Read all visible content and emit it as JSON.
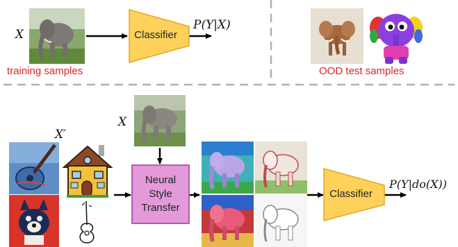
{
  "top": {
    "input_label": "X",
    "train_caption": "training samples",
    "classifier_label": "Classifier",
    "output_label": "P(Y|X)",
    "ood_caption": "OOD test samples"
  },
  "bottom": {
    "style_label": "X′",
    "content_label": "X",
    "nst_label": [
      "Neural",
      "Style",
      "Transfer"
    ],
    "classifier_label": "Classifier",
    "output_label": "P(Y|do(X))"
  },
  "colors": {
    "classifier_fill": "#fdd15a",
    "classifier_stroke": "#e3a722",
    "nst_fill": "#e29ad8",
    "nst_stroke": "#b35ab0",
    "caption_red": "#e02020",
    "divider": "#b0b0b0"
  },
  "icons": [
    "elephant-photo",
    "elephant-painting",
    "elephant-cartoon",
    "guitar-painting",
    "house-drawing",
    "dog-painting",
    "guitar-sketch",
    "stylized-elephant"
  ]
}
